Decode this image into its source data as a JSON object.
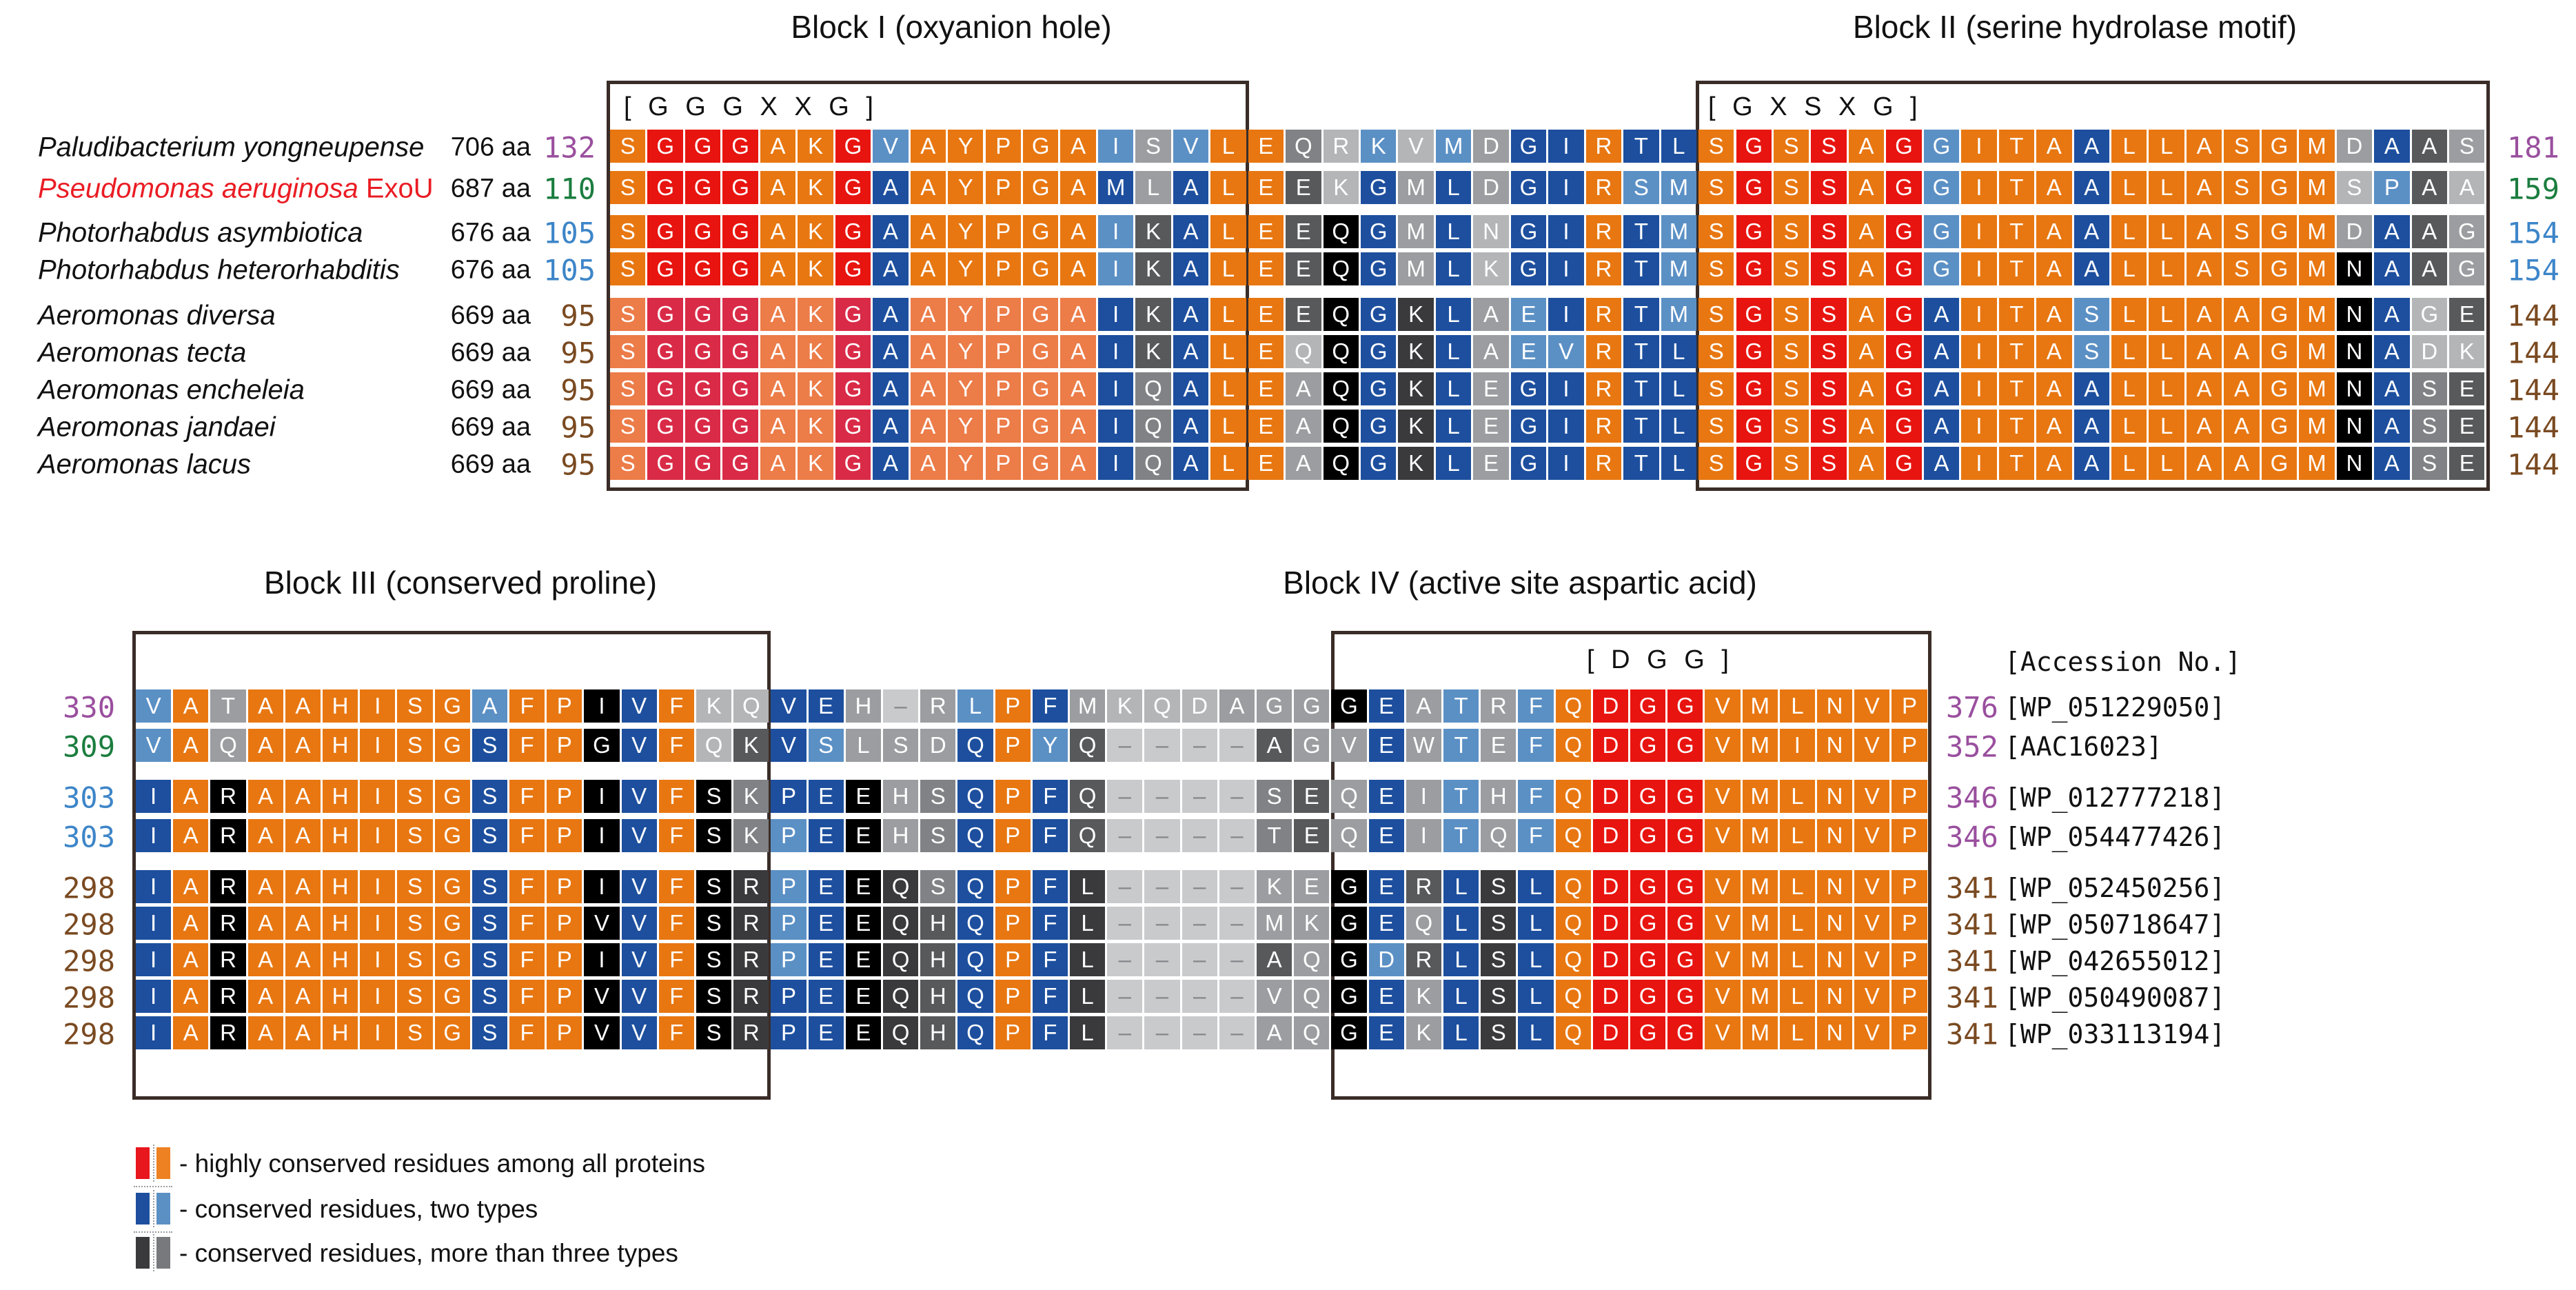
{
  "figure": {
    "titles": {
      "block1": "Block I (oxyanion hole)",
      "block2": "Block II (serine hydrolase motif)",
      "block3": "Block III (conserved proline)",
      "block4": "Block IV (active site aspartic acid)"
    },
    "motifs": {
      "block1": "[ G G G X X G ]",
      "block2": "[ G X S X G ]",
      "block4": "[ D G G ]",
      "accession_header": "[Accession No.]"
    },
    "palette": {
      "R": "#e8140f",
      "C": "#d92b47",
      "O": "#e87711",
      "o": "#ec7c48",
      "B": "#1d4f9e",
      "b": "#5b90c5",
      "K": "#000000",
      "D": "#3a3a3c",
      "d": "#58595b",
      "G": "#808285",
      "g": "#9b9da0",
      "L": "#b3b5b7",
      "W": "#c9cacc"
    },
    "rows": [
      {
        "species": "Paludibacterium yongneupense",
        "species_suffix": "",
        "species_color": "#111111",
        "aa": "706 aa",
        "num_color": "#9a4f9e",
        "bottom_end_color": "#9a4f9e",
        "top_start": "132",
        "top_end": "181",
        "top_seq": "SGGGAKGVAYPGAISVLEQRKVMDGIRTLSGSSAGGITAALLASGMDAAS",
        "top_colors": "ORRROORbOOOOObgbOOGLbLbgBBOBBORORORbOOOBOOOOOOgBdg",
        "bottom_start": "330",
        "bottom_end": "376",
        "bottom_seq": "VATAAHISGAFPIVFKQVEH-RLPFMKQDAGGGEATRFQDGGVMLNVP",
        "bottom_colors": "bOgOOOOOObOOKBOLLBBgWgbOBgLLLgggKBgbgbORRROOOOOO",
        "accession": "[WP_051229050]"
      },
      {
        "species": "Pseudomonas aeruginosa",
        "species_suffix": " ExoU",
        "species_color": "#ea1c24",
        "aa": "687 aa",
        "num_color": "#1b7d3f",
        "bottom_end_color": "#9a4f9e",
        "top_start": "110",
        "top_end": "159",
        "top_seq": "SGGGAKGAAYPGAMLALEEKGMLDGIRSMSGSSAGGITAALLASGMSPAA",
        "top_colors": "ORRROORBOOOOOBgBOOdLBgBgBBObbORORORbOOOBOOOOOOLbdL",
        "bottom_start": "309",
        "bottom_end": "352",
        "bottom_seq": "VAQAAHISGSFPGVFQKVSLSDQPYQ----AGVEWTEFQDGGVMINVP",
        "bottom_colors": "bOgOOOOOOBOOKBOLdBbgggBObdWWWWdggBgbgbORRROOOOOO",
        "accession": "[AAC16023]"
      },
      {
        "species": "Photorhabdus asymbiotica",
        "species_suffix": "",
        "species_color": "#111111",
        "aa": "676 aa",
        "num_color": "#3d85c8",
        "bottom_end_color": "#9a4f9e",
        "top_start": "105",
        "top_end": "154",
        "top_seq": "SGGGAKGAAYPGAIKALEEQGMLNGIRTMSGSSAGGITAALLASGMDAAG",
        "top_colors": "ORRROORBOOOOObdBOOdKBgBLBBOBbORORORbOOOBOOOOOOgBdg",
        "bottom_start": "303",
        "bottom_end": "346",
        "bottom_seq": "IARAAHISGSFPIVFSKPEEHSQPFQ----SEQEITHFQDGGVMLNVP",
        "bottom_colors": "BOKOOOOOOBOOKBOKGBBKgGBOBdWWWWGdgBgbgbORRROOOOOO",
        "accession": "[WP_012777218]"
      },
      {
        "species": "Photorhabdus heterorhabditis",
        "species_suffix": "",
        "species_color": "#111111",
        "aa": "676 aa",
        "num_color": "#3d85c8",
        "bottom_end_color": "#9a4f9e",
        "top_start": "105",
        "top_end": "154",
        "top_seq": "SGGGAKGAAYPGAIKALEEQGMLKGIRTMSGSSAGGITAALLASGMNAAG",
        "top_colors": "ORRROORBOOOOObdBOOdKBgBLBBOBbORORORbOOOBOOOOOOKBdg",
        "bottom_start": "303",
        "bottom_end": "346",
        "bottom_seq": "IARAAHISGSFPIVFSKPEEHSQPFQ----TEQEITQFQDGGVMLNVP",
        "bottom_colors": "BOKOOOOOOBOOKBOKGbBKgGBOBdWWWWGdgBgbgbORRROOOOOO",
        "accession": "[WP_054477426]"
      },
      {
        "species": "Aeromonas diversa",
        "species_suffix": "",
        "species_color": "#111111",
        "aa": "669 aa",
        "num_color": "#7a4a21",
        "bottom_end_color": "#7a4a21",
        "top_start": "95",
        "top_end": "144",
        "top_seq": "SGGGAKGAAYPGAIKALEEQGKLAEIRTMSGSSAGAITASLLAAGMNAGE",
        "top_colors": "oCCCooCBoooooBdBOOdKBDBgbBOBbORORORBOOObOOOOOOKBLd",
        "bottom_start": "298",
        "bottom_end": "341",
        "bottom_seq": "IARAAHISGSFPIVFSRPEEQSQPFL----KEGERLSLQDGGVMLNVP",
        "bottom_colors": "BOKOOOOOOBOOKBOKDbBKDGBOBDWWWWggKBdBDBORRROOOOOO",
        "accession": "[WP_052450256]"
      },
      {
        "species": "Aeromonas tecta",
        "species_suffix": "",
        "species_color": "#111111",
        "aa": "669 aa",
        "num_color": "#7a4a21",
        "bottom_end_color": "#7a4a21",
        "top_start": "95",
        "top_end": "144",
        "top_seq": "SGGGAKGAAYPGAIKALEQQGKLAEVRTLSGSSAGAITASLLAAGMNADK",
        "top_colors": "oCCCooCBoooooBdBOOLKBDBgbbOBBORORORBOOObOOOOOOKBLL",
        "bottom_start": "298",
        "bottom_end": "341",
        "bottom_seq": "IARAAHISGSFPVVFSRPEEQHQPFL----MKGEQLSLQDGGVMLNVP",
        "bottom_colors": "BOKOOOOOOBOOKBOKDbBKDdBOBDWWWWggKBgBDBORRROOOOOO",
        "accession": "[WP_050718647]"
      },
      {
        "species": "Aeromonas encheleia",
        "species_suffix": "",
        "species_color": "#111111",
        "aa": "669 aa",
        "num_color": "#7a4a21",
        "bottom_end_color": "#7a4a21",
        "top_start": "95",
        "top_end": "144",
        "top_seq": "SGGGAKGAAYPGAIQALEAQGKLEGIRTLSGSSAGAITAALLAAGMNASE",
        "top_colors": "oCCCooCBoooooBGBOOgKBDBgBBOBBORORORBOOOBOOOOOOKBGd",
        "bottom_start": "298",
        "bottom_end": "341",
        "bottom_seq": "IARAAHISGSFPIVFSRPEEQHQPFL----AQGDRLSLQDGGVMLNVP",
        "bottom_colors": "BOKOOOOOOBOOKBOKDbBKDdBOBDWWWWdgKbdBDBORRROOOOOO",
        "accession": "[WP_042655012]"
      },
      {
        "species": "Aeromonas jandaei",
        "species_suffix": "",
        "species_color": "#111111",
        "aa": "669 aa",
        "num_color": "#7a4a21",
        "bottom_end_color": "#7a4a21",
        "top_start": "95",
        "top_end": "144",
        "top_seq": "SGGGAKGAAYPGAIQALEAQGKLEGIRTLSGSSAGAITAALLAAGMNASE",
        "top_colors": "oCCCooCBoooooBGBOOgKBDBgBBOBBORORORBOOOBOOOOOOKBGd",
        "bottom_start": "298",
        "bottom_end": "341",
        "bottom_seq": "IARAAHISGSFPVVFSRPEEQHQPFL----VQGEKLSLQDGGVMLNVP",
        "bottom_colors": "BOKOOOOOOBOOKBOKDBBKDdBOBDWWWWggKBgBDBORRROOOOOO",
        "accession": "[WP_050490087]"
      },
      {
        "species": "Aeromonas lacus",
        "species_suffix": "",
        "species_color": "#111111",
        "aa": "669 aa",
        "num_color": "#7a4a21",
        "bottom_end_color": "#7a4a21",
        "top_start": "95",
        "top_end": "144",
        "top_seq": "SGGGAKGAAYPGAIQALEAQGKLEGIRTLSGSSAGAITAALLAAGMNASE",
        "top_colors": "oCCCooCBoooooBGBOOgKBDBgBBOBBORORORBOOOBOOOOOOKBGd",
        "bottom_start": "298",
        "bottom_end": "341",
        "bottom_seq": "IARAAHISGSFPVVFSRPEEQHQPFL----AQGEKLSLQDGGVMLNVP",
        "bottom_colors": "BOKOOOOOOBOOKBOKDBBKDdBOBDWWWWggKBgBDBORRROOOOOO",
        "accession": "[WP_033113194]"
      }
    ],
    "legend": [
      {
        "c1": "#e8161d",
        "c2": "#ee8122",
        "label": "- highly conserved residues among all proteins"
      },
      {
        "c1": "#1d4f9e",
        "c2": "#5b90c5",
        "label": "- conserved residues, two types"
      },
      {
        "c1": "#3a3a3c",
        "c2": "#77797c",
        "label": "- conserved residues, more than three types"
      }
    ]
  }
}
